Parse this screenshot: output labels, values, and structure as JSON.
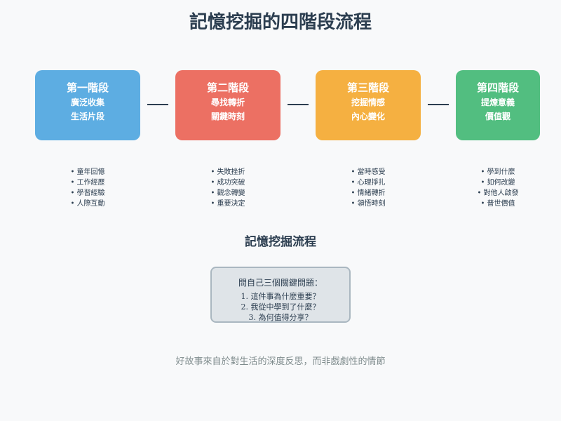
{
  "title": "記憶挖掘的四階段流程",
  "stages": [
    {
      "title": "第一階段",
      "line1": "廣泛收集",
      "line2": "生活片段",
      "color": "#5dade2",
      "bullets": [
        "童年回憶",
        "工作經歷",
        "學習經驗",
        "人際互動"
      ]
    },
    {
      "title": "第二階段",
      "line1": "尋找轉折",
      "line2": "關鍵時刻",
      "color": "#ec7063",
      "bullets": [
        "失敗挫折",
        "成功突破",
        "觀念轉變",
        "重要決定"
      ]
    },
    {
      "title": "第三階段",
      "line1": "挖掘情感",
      "line2": "內心變化",
      "color": "#f5b041",
      "bullets": [
        "當時感受",
        "心理掙扎",
        "情緒轉折",
        "領悟時刻"
      ]
    },
    {
      "title": "第四階段",
      "line1": "提煉意義",
      "line2": "價值觀",
      "color": "#52be80",
      "bullets": [
        "學到什麼",
        "如何改變",
        "對他人啟發",
        "普世價值"
      ]
    }
  ],
  "process": {
    "title": "記憶挖掘流程",
    "box_heading": "問自己三個關鍵問題：",
    "questions": [
      "1. 這件事為什麼重要？",
      "2. 我從中學到了什麼？",
      "3. 為何值得分享？"
    ]
  },
  "footer": "好故事來自於對生活的深度反思，而非戲劇性的情節"
}
